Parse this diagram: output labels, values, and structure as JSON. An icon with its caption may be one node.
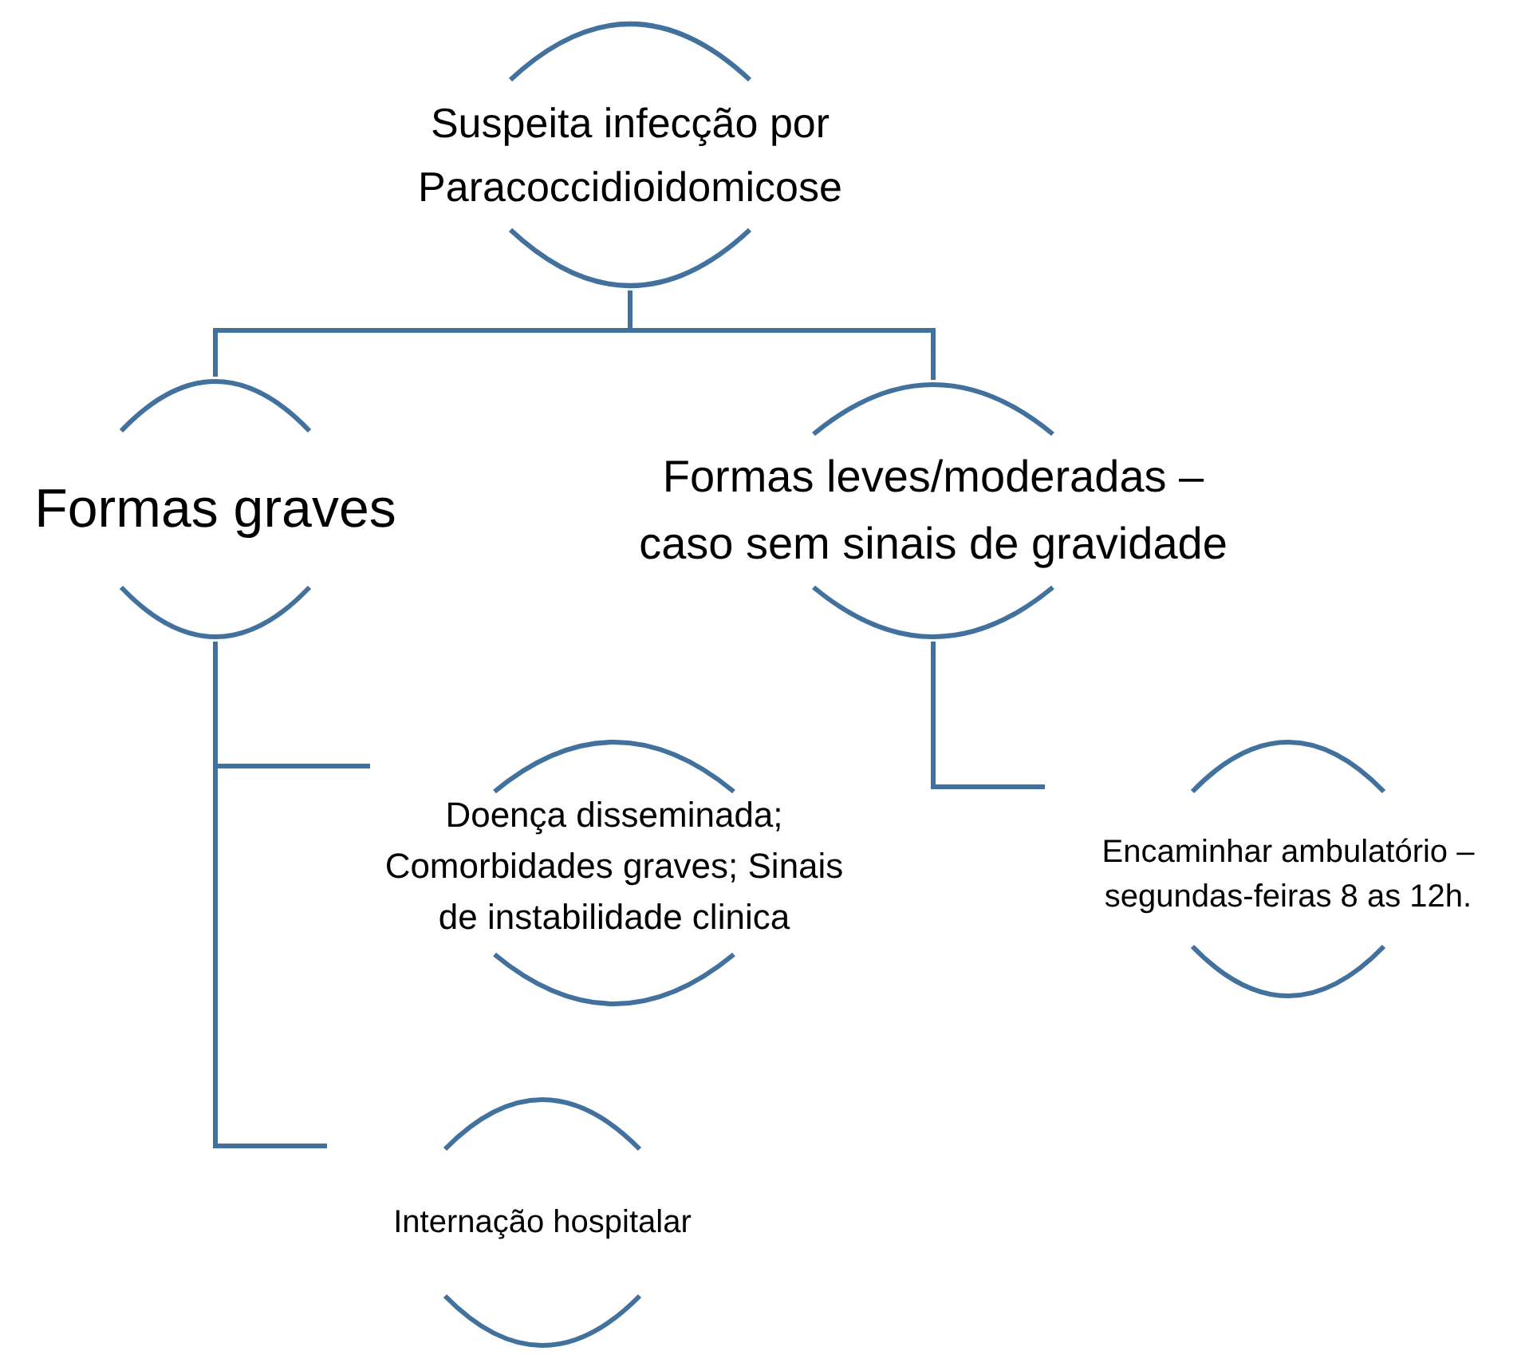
{
  "diagram": {
    "nodes": [
      {
        "text": [
          "Suspeita infecção por Paracoccidioidomicose"
        ]
      },
      {
        "text": [
          "Formas graves"
        ]
      },
      {
        "text": [
          "Formas leves/moderadas – caso sem sinais de gravidade"
        ]
      },
      {
        "text": [
          "Doença disseminada; Comorbidades graves; Sinais de instabilidade clinica"
        ]
      },
      {
        "text": [
          "Encaminhar ambulatório – segundas-feiras 8 as 12h."
        ]
      },
      {
        "text": [
          "Internação hospitalar"
        ]
      }
    ],
    "edges": [
      {
        "from": 0,
        "to": 1,
        "arrow": "none"
      },
      {
        "from": 0,
        "to": 2,
        "arrow": "none"
      },
      {
        "from": 1,
        "to": 3,
        "arrow": "none"
      },
      {
        "from": 1,
        "to": 5,
        "arrow": "none"
      },
      {
        "from": 2,
        "to": 4,
        "arrow": "none"
      }
    ]
  }
}
